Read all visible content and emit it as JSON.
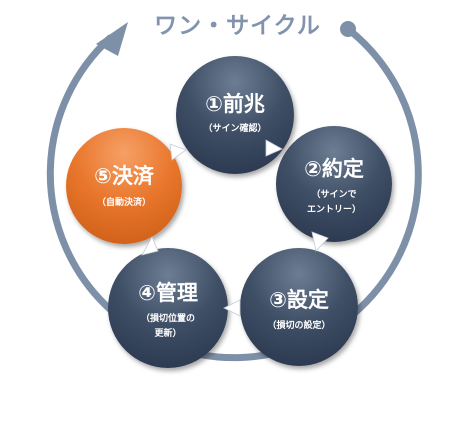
{
  "title": "ワン・サイクル",
  "colors": {
    "ring": "#7e90a8",
    "node_dark": "#344259",
    "node_accent": "#e9772d",
    "connector": "#ffffff"
  },
  "steps": [
    {
      "label": "①前兆",
      "sub": [
        "（サイン確認）"
      ]
    },
    {
      "label": "②約定",
      "sub": [
        "（サインで",
        "エントリー）"
      ]
    },
    {
      "label": "③設定",
      "sub": [
        "（損切の設定）"
      ]
    },
    {
      "label": "④管理",
      "sub": [
        "（損切位置の",
        "更新）"
      ]
    },
    {
      "label": "⑤決済",
      "sub": [
        "（自動決済）"
      ]
    }
  ]
}
